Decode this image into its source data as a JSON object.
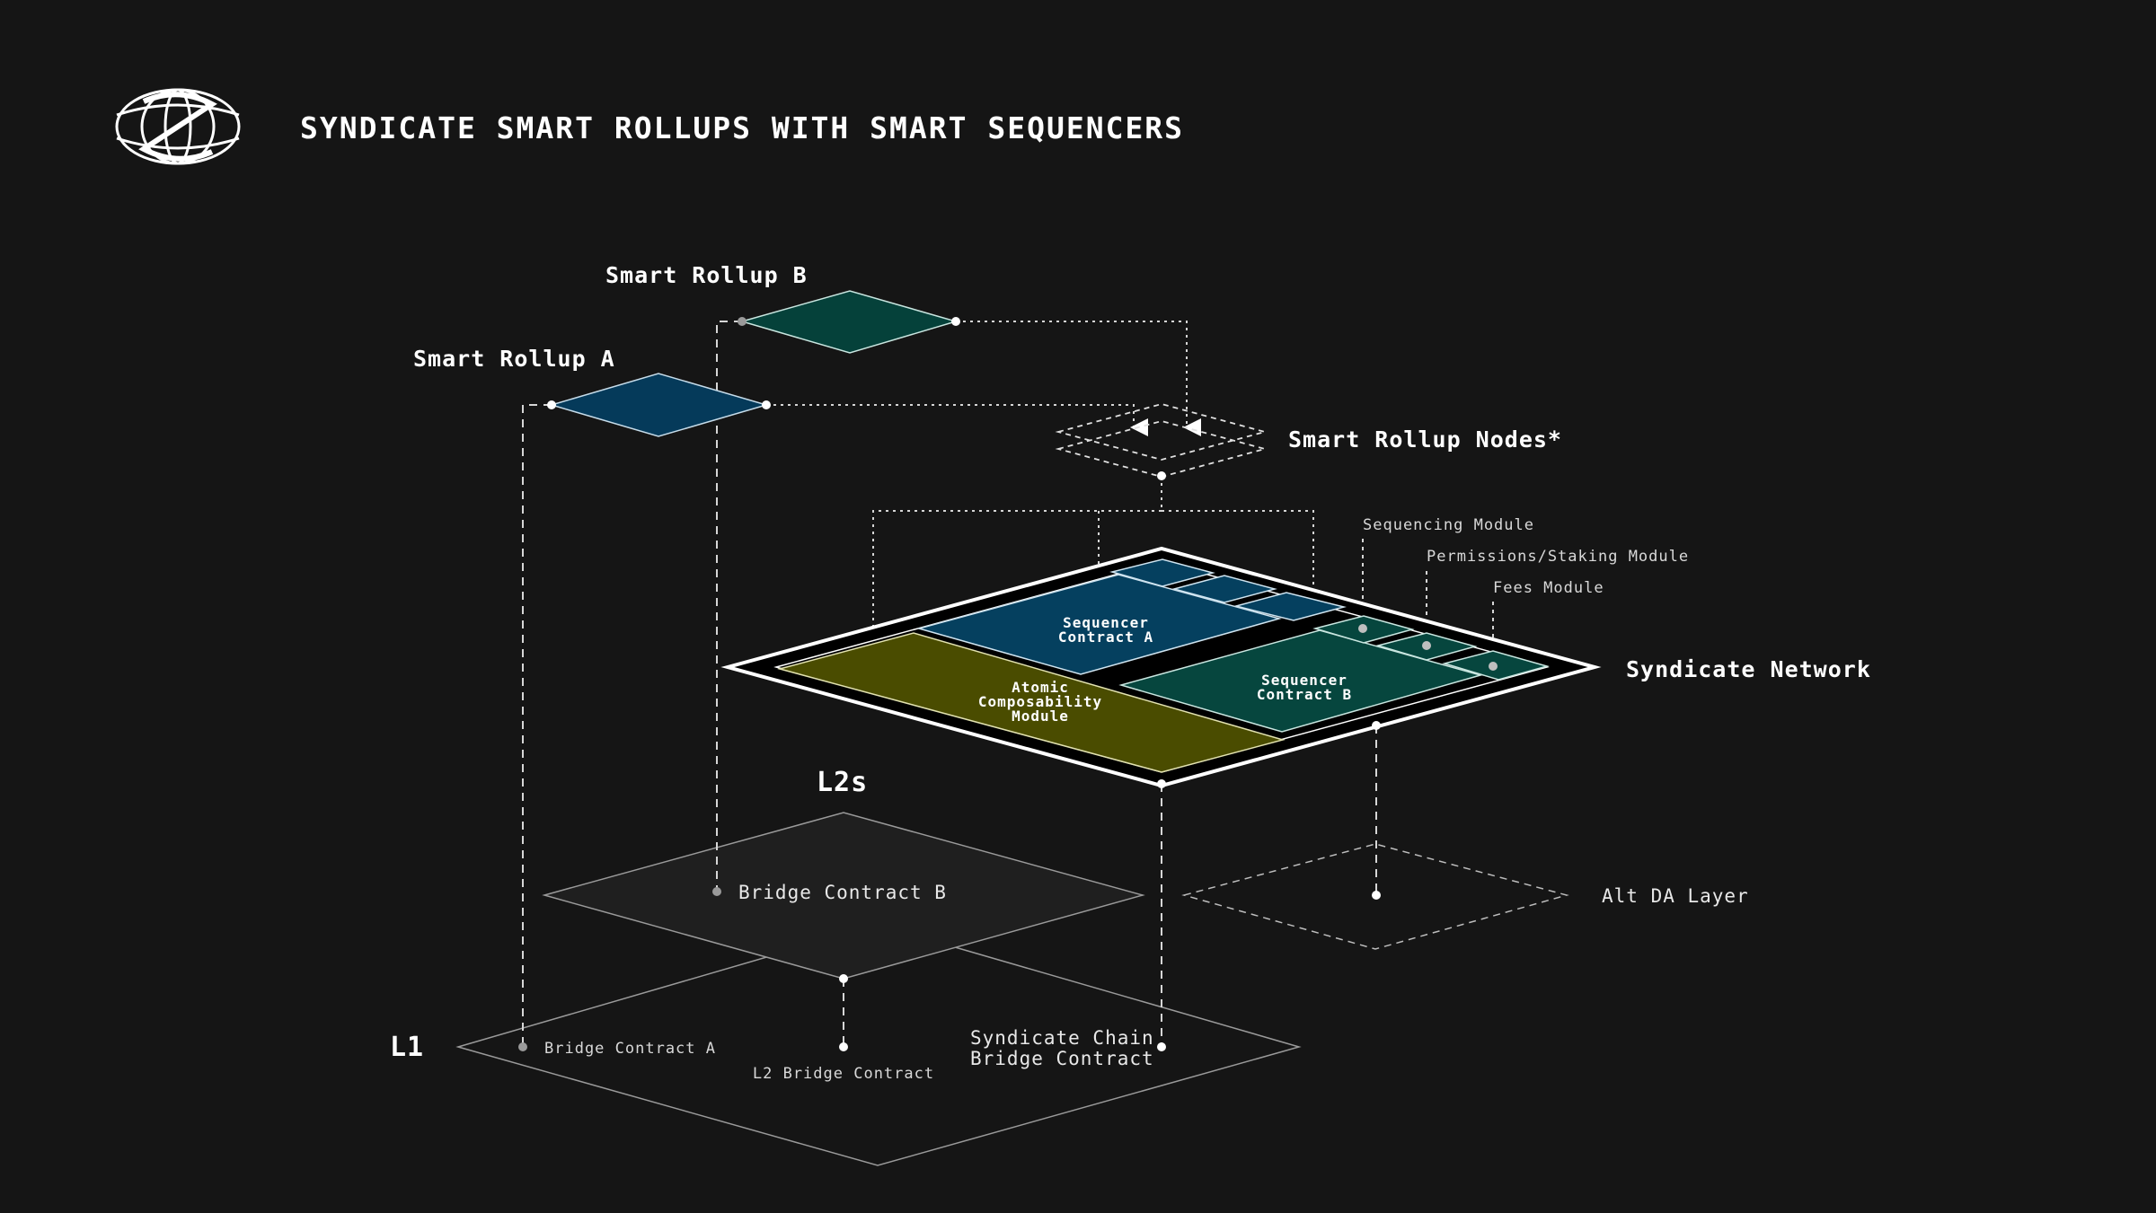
{
  "header": {
    "title": "SYNDICATE SMART ROLLUPS WITH SMART SEQUENCERS",
    "logo_icon": "syndicate-logo-icon"
  },
  "diagram": {
    "smart_rollup_b": "Smart Rollup B",
    "smart_rollup_a": "Smart Rollup A",
    "smart_rollup_nodes": "Smart Rollup Nodes*",
    "syndicate_network": "Syndicate Network",
    "modules": {
      "sequencing": "Sequencing Module",
      "permissions": "Permissions/Staking Module",
      "fees": "Fees Module"
    },
    "sequencer_a": [
      "Sequencer",
      "Contract A"
    ],
    "sequencer_b": [
      "Sequencer",
      "Contract B"
    ],
    "atomic": [
      "Atomic",
      "Composability",
      "Module"
    ],
    "l2s": "L2s",
    "bridge_b": "Bridge Contract B",
    "alt_da": "Alt DA Layer",
    "l1": "L1",
    "bridge_a": "Bridge Contract A",
    "l2_bridge": "L2 Bridge Contract",
    "syndicate_chain_bridge": [
      "Syndicate Chain",
      "Bridge Contract"
    ]
  },
  "colors": {
    "background": "#151515",
    "rollup_b_fill": "#05413a",
    "rollup_a_fill": "#053a5a",
    "sequencer_a_fill": "#05405f",
    "sequencer_b_fill": "#06463e",
    "atomic_fill": "#4a4c00",
    "l2_plane_fill": "#1f1f1f"
  }
}
